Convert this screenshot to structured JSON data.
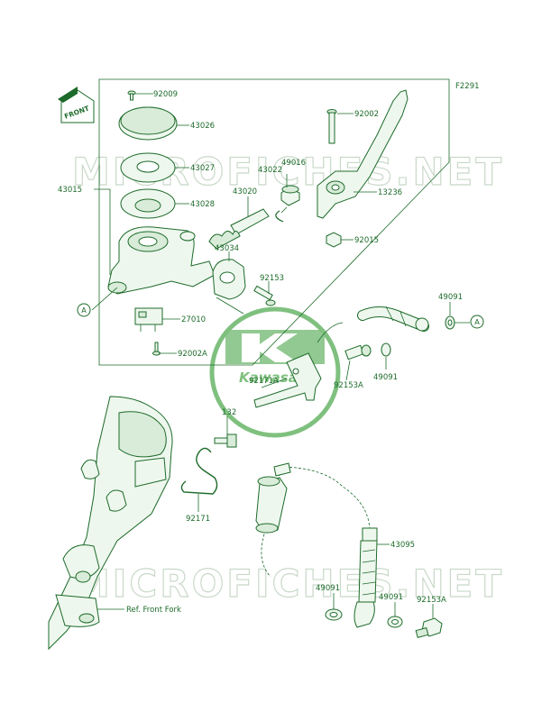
{
  "diagram_code": "F2291",
  "watermark_text": "MICROFICHES.NET",
  "logo_text": "Kawasaki",
  "front_label": "FRONT",
  "ref_label": "Ref. Front Fork",
  "connector_a": "A",
  "parts": {
    "p92009": "92009",
    "p43026": "43026",
    "p43027": "43027",
    "p43028": "43028",
    "p43015": "43015",
    "p43022": "43022",
    "p49016": "49016",
    "p43020": "43020",
    "p43034": "43034",
    "p92153": "92153",
    "p27010": "27010",
    "p92002A": "92002A",
    "p92002": "92002",
    "p13236": "13236",
    "p92015": "92015",
    "p49091_a": "49091",
    "p49091_b": "49091",
    "p92153A_a": "92153A",
    "p92171A": "92171A",
    "p132": "132",
    "p92171": "92171",
    "p43095": "43095",
    "p49091_c": "49091",
    "p49091_d": "49091",
    "p92153A_b": "92153A"
  },
  "colors": {
    "ink": "#1d6b2a",
    "watermark": "#c9d9c9",
    "logo": "#7fc07f"
  }
}
